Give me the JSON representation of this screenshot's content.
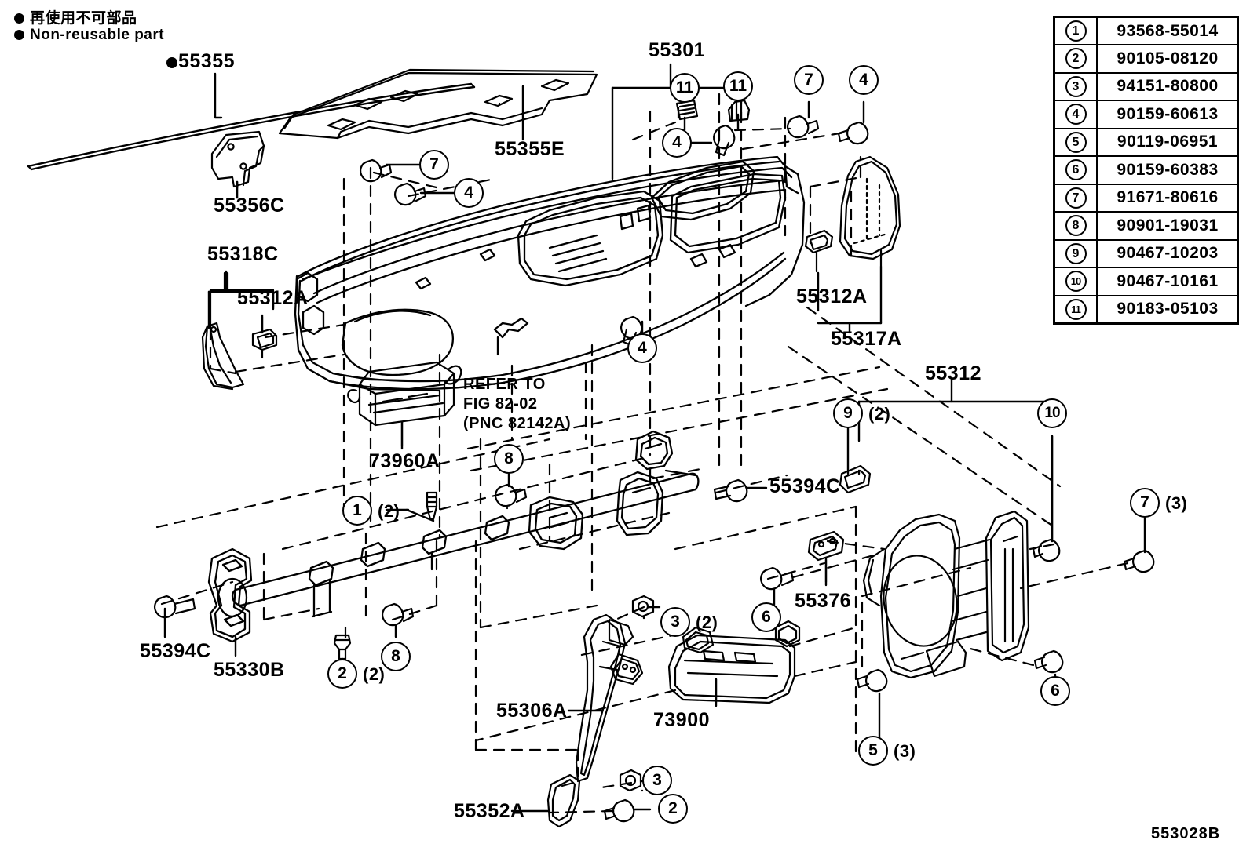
{
  "legend": {
    "japanese": "再使用不可部品",
    "english": "Non-reusable part",
    "marker": "filled-circle"
  },
  "figure_code": "553028B",
  "note": {
    "line1": "REFER TO",
    "line2": "FIG 82-02",
    "line3": "(PNC 82142A)"
  },
  "parts_table": {
    "rows": [
      {
        "ref": "1",
        "part_number": "93568-55014"
      },
      {
        "ref": "2",
        "part_number": "90105-08120"
      },
      {
        "ref": "3",
        "part_number": "94151-80800"
      },
      {
        "ref": "4",
        "part_number": "90159-60613"
      },
      {
        "ref": "5",
        "part_number": "90119-06951"
      },
      {
        "ref": "6",
        "part_number": "90159-60383"
      },
      {
        "ref": "7",
        "part_number": "91671-80616"
      },
      {
        "ref": "8",
        "part_number": "90901-19031"
      },
      {
        "ref": "9",
        "part_number": "90467-10203"
      },
      {
        "ref": "10",
        "part_number": "90467-10161"
      },
      {
        "ref": "11",
        "part_number": "90183-05103"
      }
    ]
  },
  "part_labels": [
    {
      "id": "55355",
      "text": "55355",
      "non_reusable": true
    },
    {
      "id": "55355E",
      "text": "55355E",
      "non_reusable": false
    },
    {
      "id": "55356C",
      "text": "55356C",
      "non_reusable": false
    },
    {
      "id": "55318C",
      "text": "55318C",
      "non_reusable": false
    },
    {
      "id": "55312A_left",
      "text": "55312A",
      "non_reusable": false
    },
    {
      "id": "55301",
      "text": "55301",
      "non_reusable": false
    },
    {
      "id": "55312A_right",
      "text": "55312A",
      "non_reusable": false
    },
    {
      "id": "55317A",
      "text": "55317A",
      "non_reusable": false
    },
    {
      "id": "55312",
      "text": "55312",
      "non_reusable": false
    },
    {
      "id": "73960A",
      "text": "73960A",
      "non_reusable": false
    },
    {
      "id": "55394C_center",
      "text": "55394C",
      "non_reusable": false
    },
    {
      "id": "55376",
      "text": "55376",
      "non_reusable": false
    },
    {
      "id": "55394C_left",
      "text": "55394C",
      "non_reusable": false
    },
    {
      "id": "55330B",
      "text": "55330B",
      "non_reusable": false
    },
    {
      "id": "55306A",
      "text": "55306A",
      "non_reusable": false
    },
    {
      "id": "73900",
      "text": "73900",
      "non_reusable": false
    },
    {
      "id": "55352A",
      "text": "55352A",
      "non_reusable": false
    }
  ],
  "callouts": [
    {
      "id": "c11a",
      "ref": "11",
      "qty": ""
    },
    {
      "id": "c11b",
      "ref": "11",
      "qty": ""
    },
    {
      "id": "c7_top",
      "ref": "7",
      "qty": ""
    },
    {
      "id": "c4_topright",
      "ref": "4",
      "qty": ""
    },
    {
      "id": "c4_under11",
      "ref": "4",
      "qty": ""
    },
    {
      "id": "c7_left",
      "ref": "7",
      "qty": ""
    },
    {
      "id": "c4_left",
      "ref": "4",
      "qty": ""
    },
    {
      "id": "c4_center",
      "ref": "4",
      "qty": ""
    },
    {
      "id": "c9",
      "ref": "9",
      "qty": "(2)"
    },
    {
      "id": "c10",
      "ref": "10",
      "qty": ""
    },
    {
      "id": "c7_right",
      "ref": "7",
      "qty": "(3)"
    },
    {
      "id": "c8_left",
      "ref": "8",
      "qty": ""
    },
    {
      "id": "c1",
      "ref": "1",
      "qty": "(2)"
    },
    {
      "id": "c8_lower",
      "ref": "8",
      "qty": ""
    },
    {
      "id": "c2_lower_left",
      "ref": "2",
      "qty": "(2)"
    },
    {
      "id": "c3_upper",
      "ref": "3",
      "qty": "(2)"
    },
    {
      "id": "c6_center",
      "ref": "6",
      "qty": ""
    },
    {
      "id": "c6_right",
      "ref": "6",
      "qty": ""
    },
    {
      "id": "c5",
      "ref": "5",
      "qty": "(3)"
    },
    {
      "id": "c3_lower",
      "ref": "3",
      "qty": ""
    },
    {
      "id": "c2_lower",
      "ref": "2",
      "qty": ""
    }
  ]
}
